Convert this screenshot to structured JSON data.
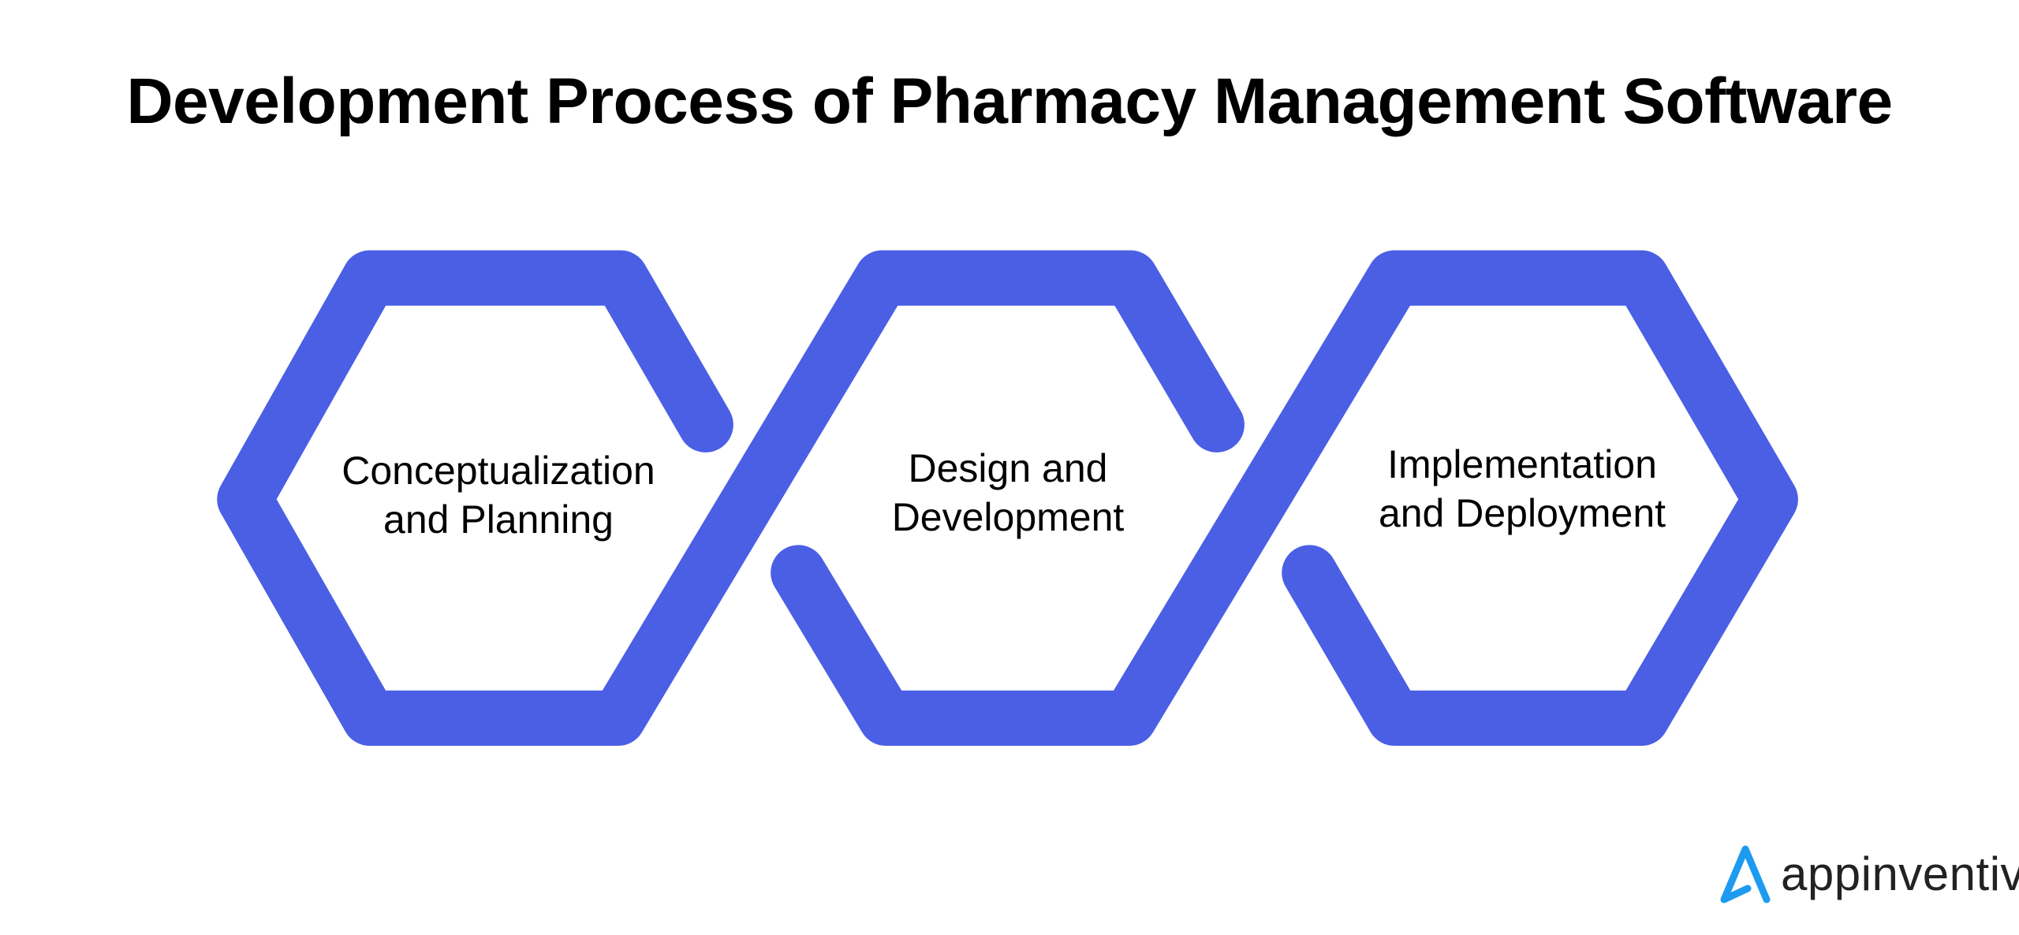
{
  "title": "Development Process of Pharmacy Management Software",
  "steps": [
    {
      "line1": "Conceptualization",
      "line2": "and Planning"
    },
    {
      "line1": "Design and",
      "line2": "Development"
    },
    {
      "line1": "Implementation",
      "line2": "and Deployment"
    }
  ],
  "brand": {
    "name": "appinventiv",
    "icon_color": "#1e9bf0"
  },
  "colors": {
    "accent": "#4b5fe5"
  }
}
